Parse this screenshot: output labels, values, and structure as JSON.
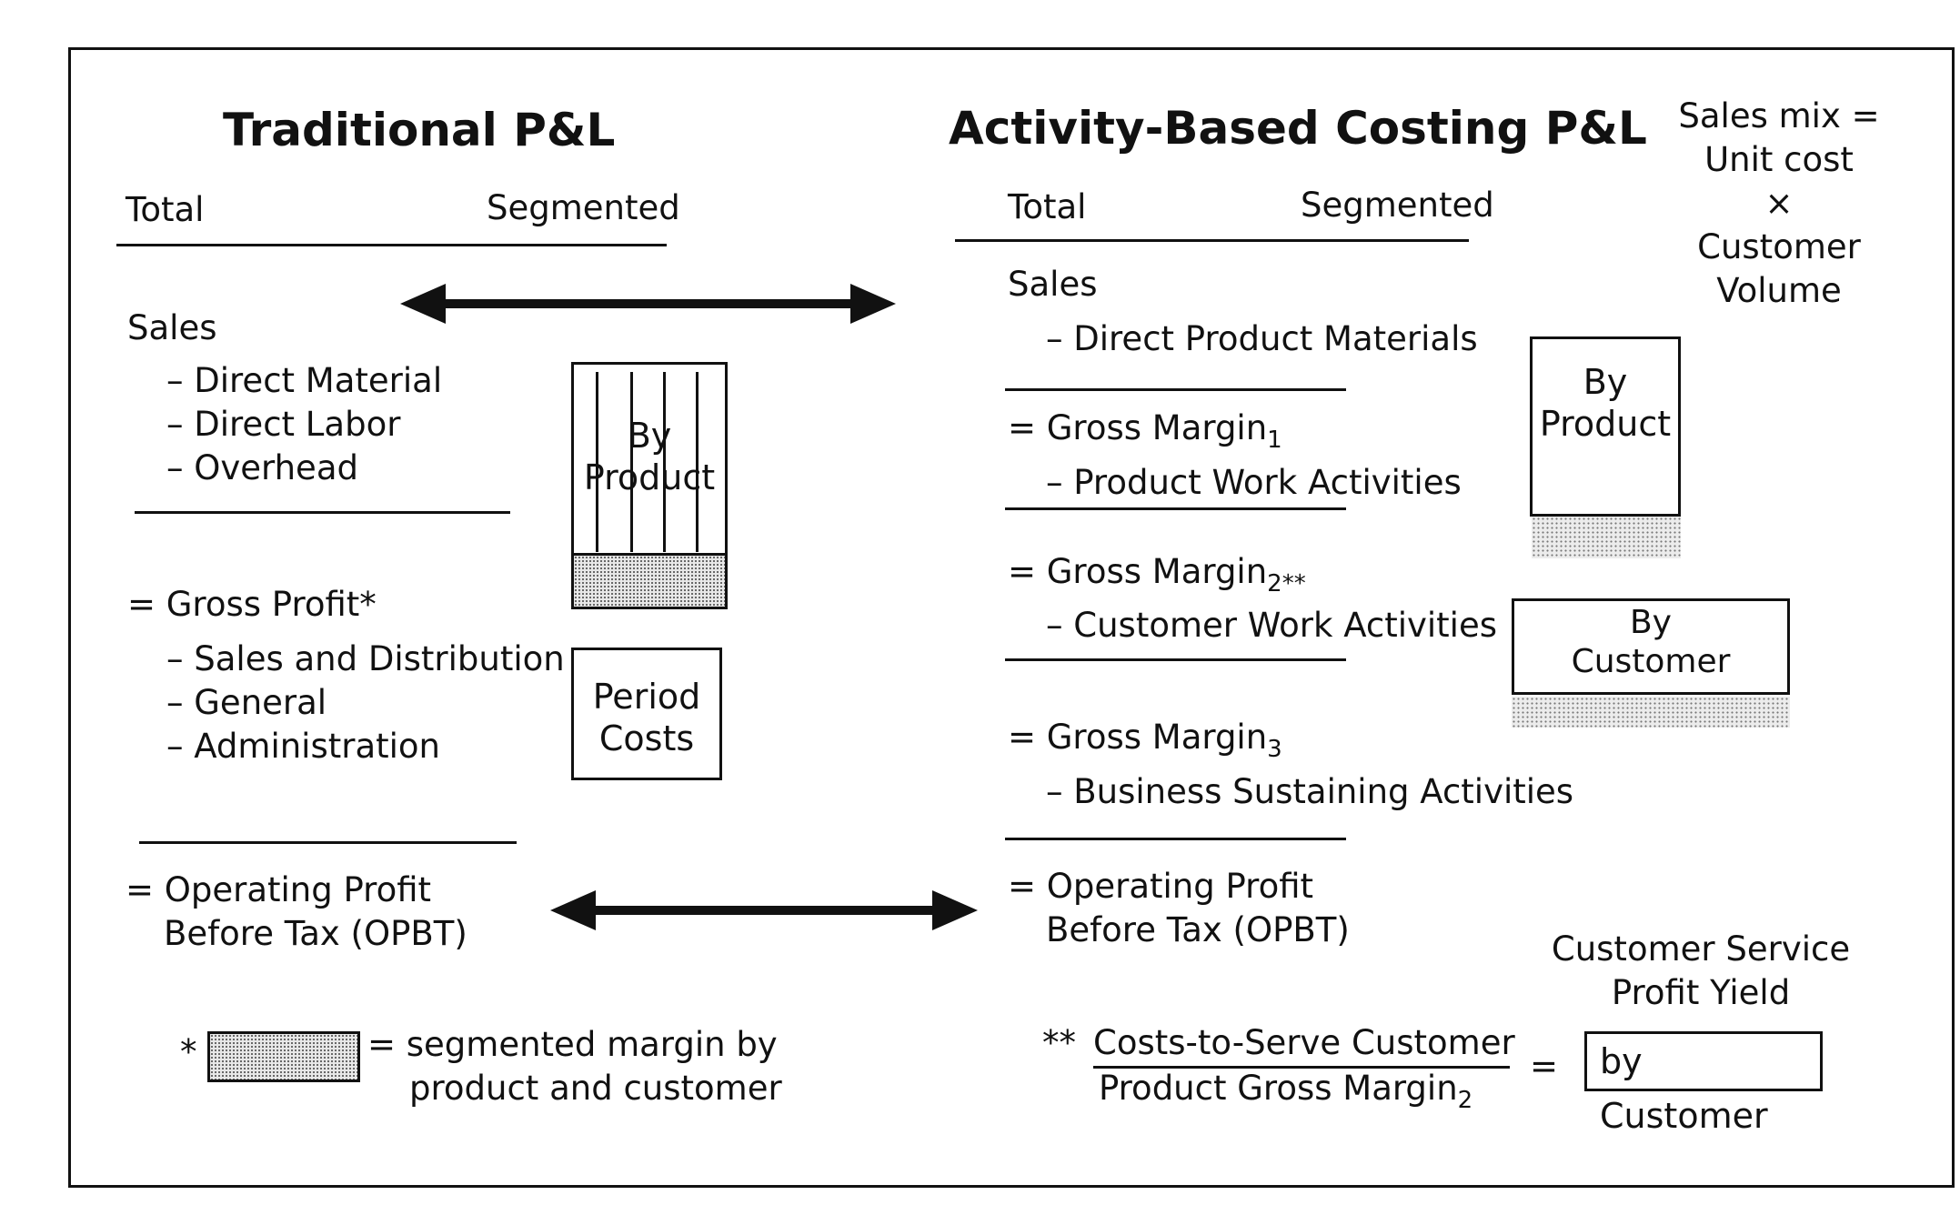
{
  "traditional": {
    "title": "Traditional P&L",
    "col_total": "Total",
    "col_segmented": "Segmented",
    "sales": "Sales",
    "cost_items": [
      "– Direct Material",
      "– Direct Labor",
      "– Overhead"
    ],
    "gross_profit": "= Gross Profit*",
    "expense_items": [
      "– Sales and Distribution",
      "– General",
      "– Administration"
    ],
    "opbt_line1": "= Operating Profit",
    "opbt_line2": "Before Tax (OPBT)",
    "by_product_box": [
      "By",
      "Product"
    ],
    "period_costs_box": [
      "Period",
      "Costs"
    ]
  },
  "abc": {
    "title": "Activity-Based Costing P&L",
    "col_total": "Total",
    "col_segmented": "Segmented",
    "sales": "Sales",
    "direct_materials": "– Direct Product Materials",
    "gm1": "= Gross Margin",
    "gm1_sub": "1",
    "product_work": "– Product Work Activities",
    "gm2": "= Gross Margin",
    "gm2_sub": "2**",
    "customer_work": "– Customer Work Activities",
    "gm3": "= Gross Margin",
    "gm3_sub": "3",
    "business_sustaining": "– Business Sustaining Activities",
    "opbt_line1": "= Operating Profit",
    "opbt_line2": "Before Tax (OPBT)",
    "by_product_box": [
      "By",
      "Product"
    ],
    "by_customer_box": [
      "By",
      "Customer"
    ]
  },
  "sales_mix_note": [
    "Sales mix =",
    "Unit cost",
    "×",
    "Customer",
    "Volume"
  ],
  "legend": {
    "marker": "*",
    "text_line1": "= segmented margin by",
    "text_line2": "product and customer"
  },
  "formula": {
    "marker": "**",
    "numerator": "Costs-to-Serve Customer",
    "denominator": "Product Gross Margin",
    "denominator_sub": "2",
    "equals": "=",
    "result_title_line1": "Customer Service",
    "result_title_line2": "Profit Yield",
    "result_box": "by Customer"
  }
}
